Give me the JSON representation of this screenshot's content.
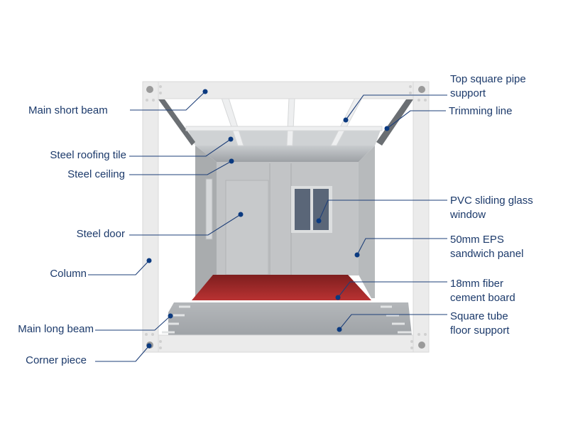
{
  "labels": {
    "main_short_beam": "Main short beam",
    "steel_roofing_tile": "Steel roofing tile",
    "steel_ceiling": "Steel ceiling",
    "steel_door": "Steel door",
    "column": "Column",
    "main_long_beam": "Main long beam",
    "corner_piece": "Corner piece",
    "top_square_pipe_support": [
      "Top square pipe",
      "support"
    ],
    "trimming_line": "Trimming line",
    "pvc_window": [
      "PVC sliding glass",
      "window"
    ],
    "eps_panel": [
      "50mm EPS",
      "sandwich panel"
    ],
    "fiber_cement_board": [
      "18mm fiber",
      "cement board"
    ],
    "square_tube_floor_support": [
      "Square tube",
      "floor support"
    ]
  },
  "colors": {
    "accent": "#1c3a6b",
    "floor": "#a82a2a"
  }
}
